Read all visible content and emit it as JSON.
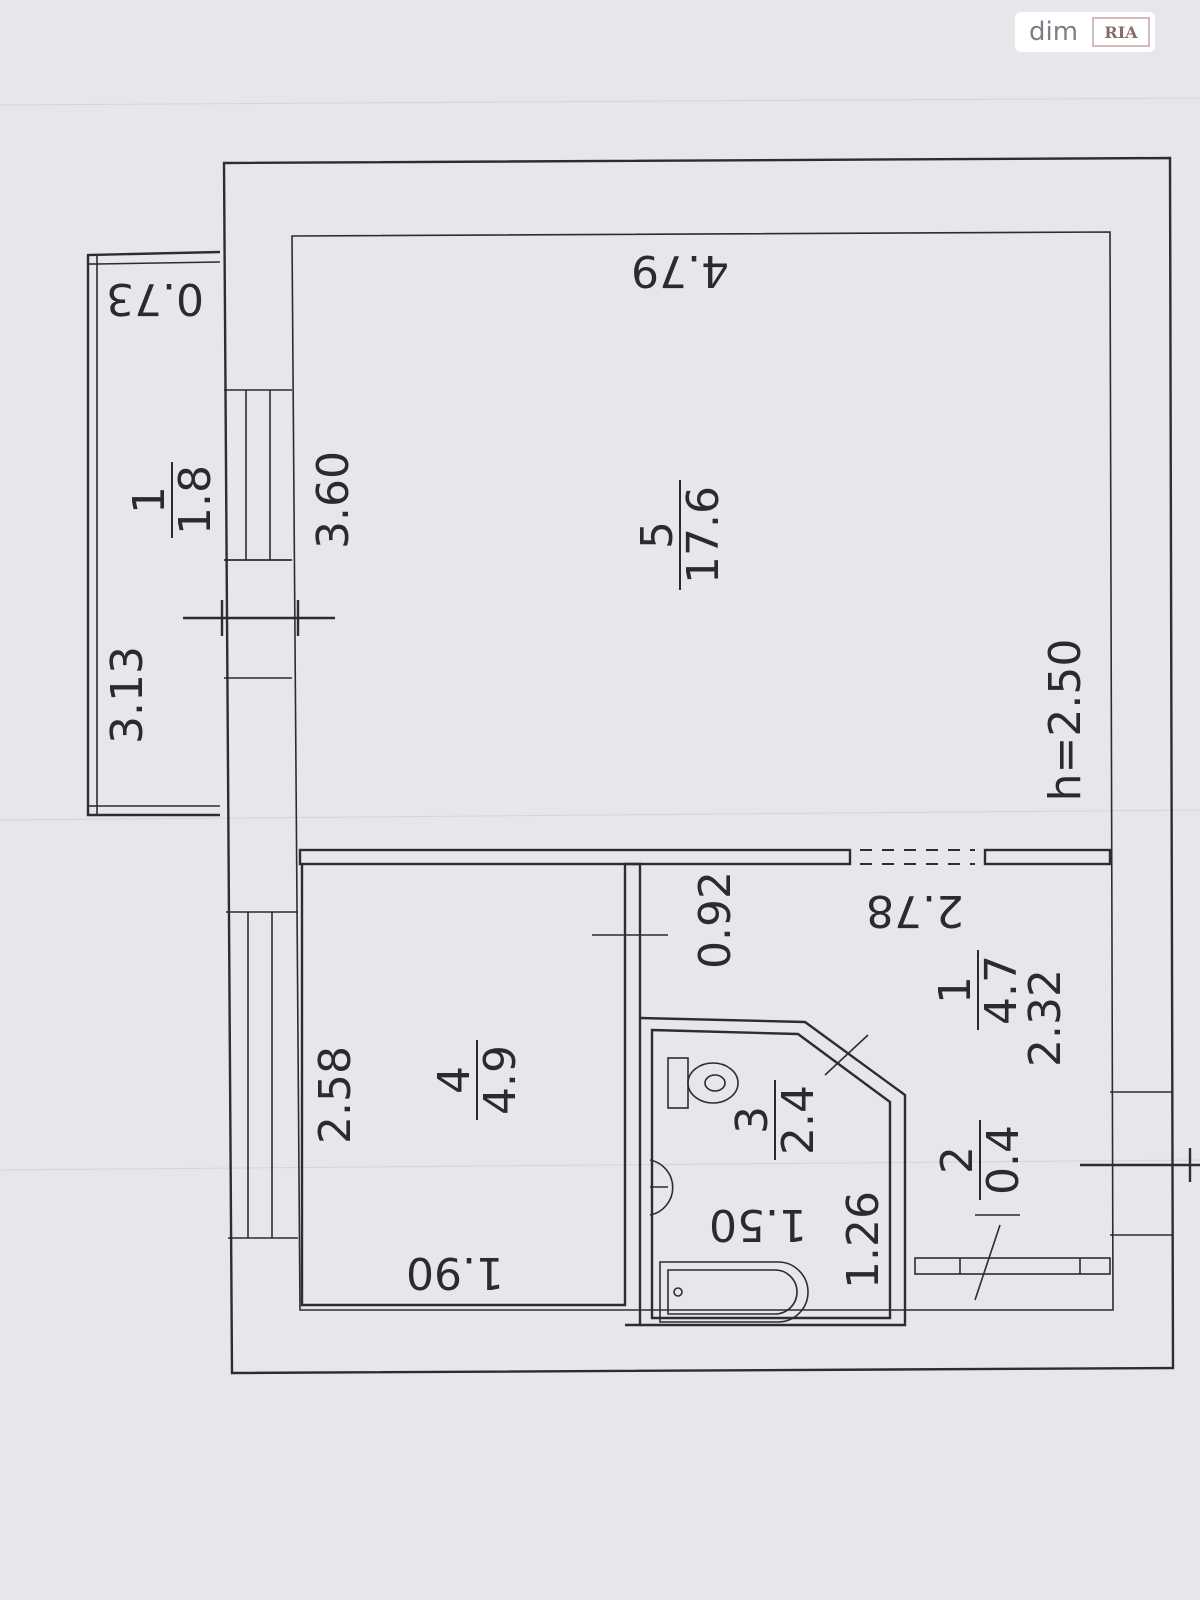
{
  "watermark": {
    "brand": "dim",
    "logo_text": "RIA"
  },
  "rooms": [
    {
      "id": "balcony",
      "number": "1",
      "area": "1.8"
    },
    {
      "id": "living-room",
      "number": "5",
      "area": "17.6"
    },
    {
      "id": "kitchen",
      "number": "4",
      "area": "4.9"
    },
    {
      "id": "bathroom",
      "number": "3",
      "area": "2.4"
    },
    {
      "id": "hallway",
      "number": "1",
      "area": "4.7"
    },
    {
      "id": "closet",
      "number": "2",
      "area": "0.4"
    }
  ],
  "dimensions": {
    "balcony_width": "0.73",
    "balcony_length": "3.13",
    "living_width": "4.79",
    "living_length": "3.60",
    "ceiling_height": "h=2.50",
    "hall_width": "2.78",
    "hall_length": "2.32",
    "corridor_width": "0.92",
    "kitchen_length": "2.58",
    "kitchen_width": "1.90",
    "bath_width": "1.50",
    "bath_length": "1.26"
  }
}
